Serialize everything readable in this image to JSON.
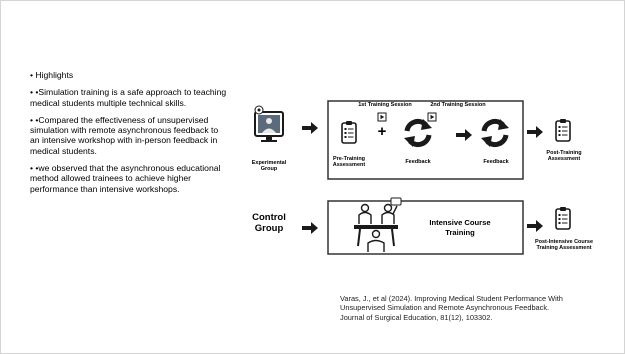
{
  "bullets": [
    "• Highlights",
    "• •Simulation training is a safe approach to teaching medical students multiple technical skills.",
    "• •Compared the effectiveness of unsupervised simulation with remote asynchronous feedback to an intensive workshop with in-person feedback in medical students.",
    "• •we observed that the asynchronous educational method allowed trainees to achieve higher performance than intensive workshops."
  ],
  "diagram": {
    "experimental_group": "Experimental\nGroup",
    "first_session": "1st Training Session",
    "second_session": "2nd Training  Session",
    "pre_training": "Pre-Training\nAssessment",
    "feedback_1": "Feedback",
    "feedback_2": "Feedback",
    "post_training": "Post-Training\nAssessment",
    "control_group": "Control\nGroup",
    "intensive_course": "Intensive Course\nTraining",
    "post_intensive": "Post-Intensive Course\nTraining Assessment",
    "plus_sign": "+"
  },
  "citation": "Varas, J., et al (2024). Improving Medical Student Performance With Unsupervised Simulation and Remote Asynchronous Feedback. Journal of Surgical Education, 81(12), 103302.",
  "colors": {
    "ink": "#1a1a1a",
    "box_border": "#333333",
    "monitor_screen": "#5b6b7c"
  }
}
